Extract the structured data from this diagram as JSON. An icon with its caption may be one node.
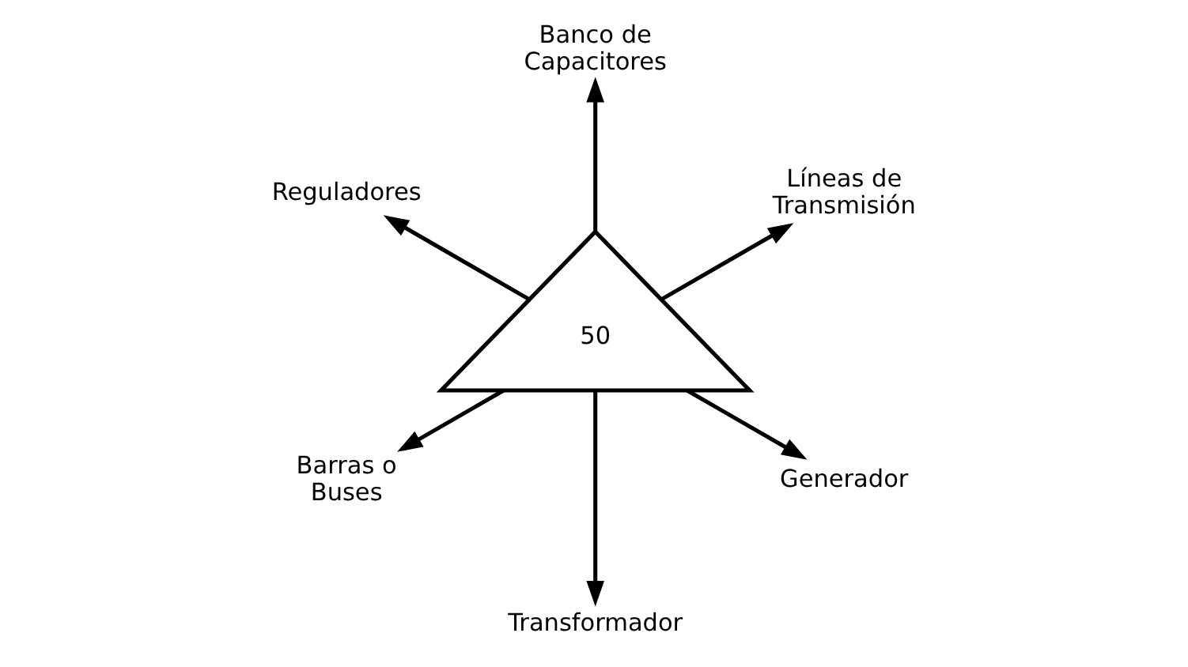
{
  "diagram": {
    "nodes": [
      {
        "text": [
          "50"
        ]
      },
      {
        "text": [
          "Generador"
        ]
      },
      {
        "text": [
          "Transformador"
        ]
      },
      {
        "text": [
          "Barras o Buses"
        ]
      },
      {
        "text": [
          "Reguladores"
        ]
      },
      {
        "text": [
          "Banco de Capacitores"
        ]
      },
      {
        "text": [
          "Líneas de Transmisión"
        ]
      }
    ],
    "edges": [
      {
        "from": 0,
        "to": 1,
        "arrow": "to"
      },
      {
        "from": 0,
        "to": 2,
        "arrow": "to"
      },
      {
        "from": 0,
        "to": 3,
        "arrow": "to"
      },
      {
        "from": 0,
        "to": 4,
        "arrow": "to"
      },
      {
        "from": 0,
        "to": 5,
        "arrow": "to"
      },
      {
        "from": 0,
        "to": 6,
        "arrow": "to"
      }
    ]
  }
}
